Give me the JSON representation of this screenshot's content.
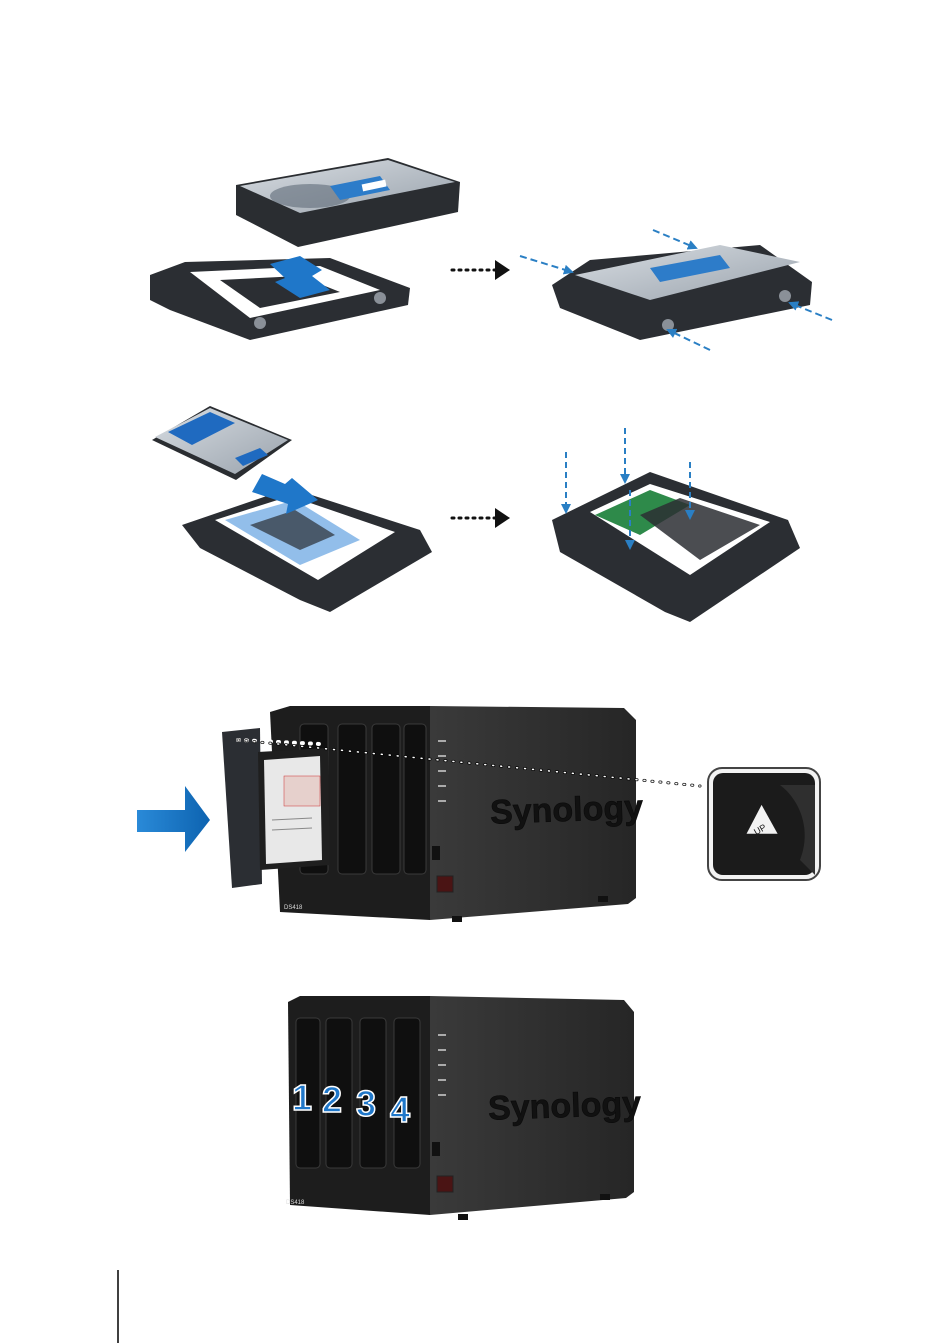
{
  "brand": {
    "logo_text": "Synology",
    "model_label": "DS418",
    "led_labels": [
      "STATUS",
      "LAN 1",
      "LAN 2",
      "DISK 1",
      "DISK 2",
      "DISK 3",
      "DISK 4"
    ]
  },
  "callout": {
    "label": "UP"
  },
  "bays": [
    "1",
    "2",
    "3",
    "4"
  ],
  "colors": {
    "accent_blue": "#1f77c9",
    "nas_body": "#2f2f2f",
    "tray": "#2b2e33",
    "dashed_arrow": "#2a7fc4",
    "page_rule": "#000000"
  }
}
